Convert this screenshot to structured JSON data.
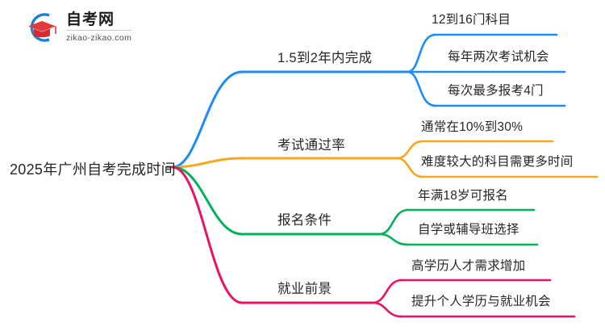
{
  "logo": {
    "name": "自考网",
    "url": "zikao-zikao.com",
    "mark_icon": "graduation-cap-icon",
    "arc_color": "#1a7fd4",
    "cap_color": "#e4393c"
  },
  "mindmap": {
    "root": {
      "label": "2025年广州自考完成时间"
    },
    "branches": [
      {
        "label": "1.5到2年内完成",
        "color": "#1a8cff",
        "children": [
          {
            "label": "12到16门科目"
          },
          {
            "label": "每年两次考试机会"
          },
          {
            "label": "每次最多报考4门"
          }
        ]
      },
      {
        "label": "考试通过率",
        "color": "#f5a81c",
        "children": [
          {
            "label": "通常在10%到30%"
          },
          {
            "label": "难度较大的科目需更多时间"
          }
        ]
      },
      {
        "label": "报名条件",
        "color": "#00b359",
        "children": [
          {
            "label": "年满18岁可报名"
          },
          {
            "label": "自学或辅导班选择"
          }
        ]
      },
      {
        "label": "就业前景",
        "color": "#ed1164",
        "children": [
          {
            "label": "高学历人才需求增加"
          },
          {
            "label": "提升个人学历与就业机会"
          }
        ]
      }
    ]
  }
}
